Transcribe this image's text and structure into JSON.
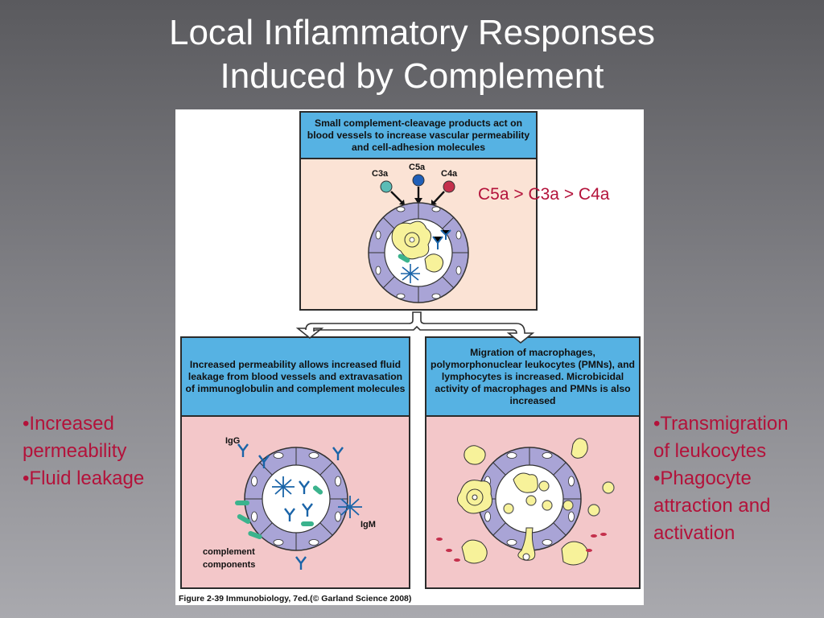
{
  "slide": {
    "title_line1": "Local Inflammatory Responses",
    "title_line2": "Induced by Complement"
  },
  "figure": {
    "top_box_text": "Small complement-cleavage products act on blood vessels to increase vascular permeability and cell-adhesion molecules",
    "left_box_text": "Increased permeability allows increased fluid leakage from blood vessels and extravasation of immunoglobulin and complement molecules",
    "right_box_text": "Migration of macrophages, polymorphonuclear leukocytes (PMNs), and lymphocytes is increased. Microbicidal activity of macrophages and PMNs is also increased",
    "labels": {
      "c3a": "C3a",
      "c5a": "C5a",
      "c4a": "C4a",
      "igg": "IgG",
      "igm": "IgM",
      "complement_line1": "complement",
      "complement_line2": "components"
    },
    "caption": "Figure 2-39  Immunobiology, 7ed.(© Garland Science 2008)"
  },
  "annotations": {
    "ratio": "C5a > C3a > C4a",
    "left_lines": [
      "•Increased",
      "permeability",
      "•Fluid leakage"
    ],
    "right_lines": [
      "•Transmigration",
      "of leukocytes",
      "•Phagocyte",
      "attraction and",
      "activation"
    ]
  },
  "colors": {
    "accent_text": "#b3123a",
    "header_blue": "#56b2e3",
    "top_panel": "#fbe3d5",
    "bottom_panels": "#f3c7c9",
    "vessel_cells": "#a9a4d6",
    "macrophage_yellow": "#f7f29a"
  },
  "icons": [
    "c3a-molecule-icon",
    "c5a-molecule-icon",
    "c4a-molecule-icon",
    "igg-antibody-icon",
    "igm-antibody-icon",
    "blood-vessel-icon",
    "macrophage-icon"
  ]
}
